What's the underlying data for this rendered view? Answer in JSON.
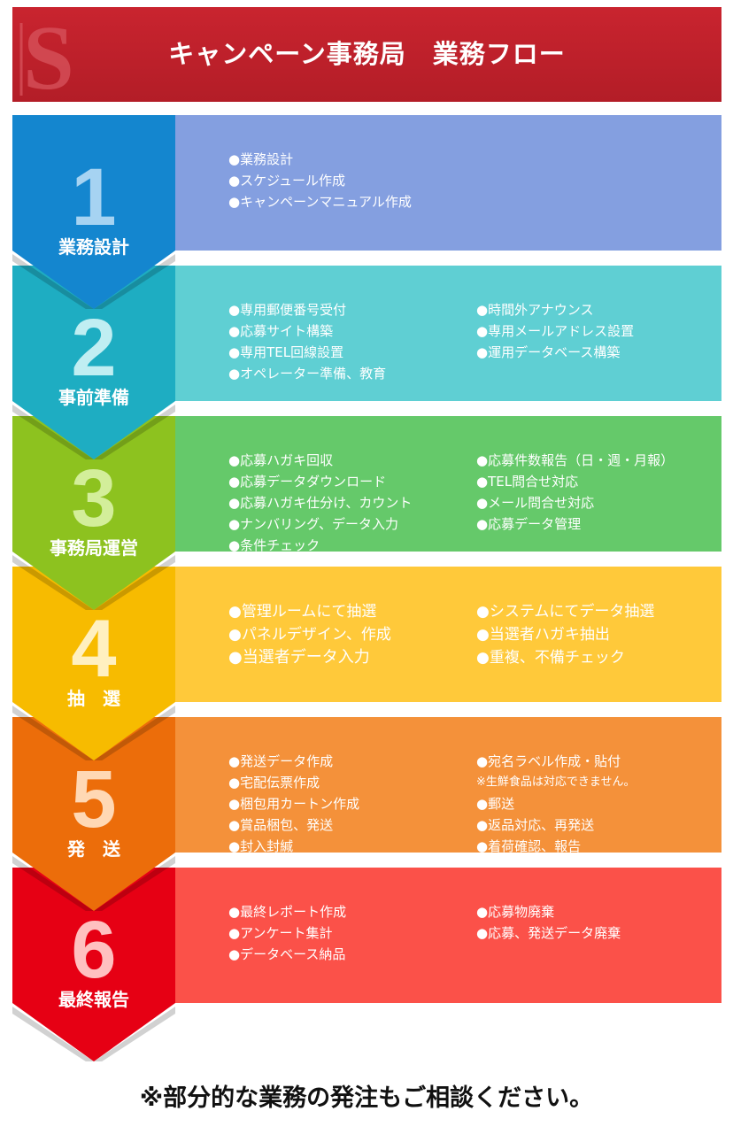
{
  "header": {
    "title": "キャンペーン事務局　業務フロー",
    "bg_color": "#c1212c",
    "logo_letter": "S"
  },
  "steps": [
    {
      "number": "1",
      "label": "業務設計",
      "arrow_color": "#1486cf",
      "panel_color": "#849fe0",
      "col1": [
        "●業務設計",
        "●スケジュール作成",
        "●キャンペーンマニュアル作成"
      ],
      "col2": []
    },
    {
      "number": "2",
      "label": "事前準備",
      "arrow_color": "#1eadc2",
      "panel_color": "#5fcfd3",
      "col1": [
        "●専用郵便番号受付",
        "●応募サイト構築",
        "●専用TEL回線設置",
        "●オペレーター準備、教育"
      ],
      "col2": [
        "●時間外アナウンス",
        "●専用メールアドレス設置",
        "●運用データベース構築"
      ]
    },
    {
      "number": "3",
      "label": "事務局運営",
      "arrow_color": "#8dc21f",
      "panel_color": "#65c96a",
      "col1": [
        "●応募ハガキ回収",
        "●応募データダウンロード",
        "●応募ハガキ仕分け、カウント",
        "●ナンバリング、データ入力",
        "●条件チェック"
      ],
      "col2": [
        "●応募件数報告（日・週・月報）",
        "●TEL問合せ対応",
        "●メール問合せ対応",
        "●応募データ管理"
      ]
    },
    {
      "number": "4",
      "label": "抽　選",
      "arrow_color": "#f7bb00",
      "panel_color": "#ffc93a",
      "col1": [
        "●管理ルームにて抽選",
        "●パネルデザイン、作成",
        "●当選者データ入力"
      ],
      "col2": [
        "●システムにてデータ抽選",
        "●当選者ハガキ抽出",
        "●重複、不備チェック"
      ]
    },
    {
      "number": "5",
      "label": "発　送",
      "arrow_color": "#ec6d0a",
      "panel_color": "#f4913a",
      "col1": [
        "●発送データ作成",
        "●宅配伝票作成",
        "●梱包用カートン作成",
        "●賞品梱包、発送",
        "●封入封緘"
      ],
      "col2": [
        "●宛名ラベル作成・貼付",
        "※生鮮食品は対応できません。",
        "●郵送",
        "●返品対応、再発送",
        "●着荷確認、報告"
      ]
    },
    {
      "number": "6",
      "label": "最終報告",
      "arrow_color": "#e60014",
      "panel_color": "#fb5149",
      "col1": [
        "●最終レポート作成",
        "●アンケート集計",
        "●データベース納品"
      ],
      "col2": [
        "●応募物廃棄",
        "●応募、発送データ廃棄"
      ]
    }
  ],
  "footnote": "※部分的な業務の発注もご相談ください。"
}
